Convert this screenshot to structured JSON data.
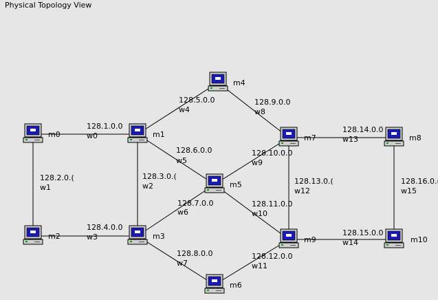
{
  "title": "Physical Topology View",
  "nodes": [
    {
      "id": "m0",
      "label": "m0"
    },
    {
      "id": "m1",
      "label": "m1"
    },
    {
      "id": "m2",
      "label": "m2"
    },
    {
      "id": "m3",
      "label": "m3"
    },
    {
      "id": "m4",
      "label": "m4"
    },
    {
      "id": "m5",
      "label": "m5"
    },
    {
      "id": "m6",
      "label": "m6"
    },
    {
      "id": "m7",
      "label": "m7"
    },
    {
      "id": "m8",
      "label": "m8"
    },
    {
      "id": "m9",
      "label": "m9"
    },
    {
      "id": "m10",
      "label": "m10"
    }
  ],
  "links": [
    {
      "from": "m0",
      "to": "m1",
      "net": "128.1.0.0",
      "wire": "w0"
    },
    {
      "from": "m0",
      "to": "m2",
      "net": "128.2.0.(",
      "wire": "w1"
    },
    {
      "from": "m1",
      "to": "m3",
      "net": "128.3.0.(",
      "wire": "w2"
    },
    {
      "from": "m2",
      "to": "m3",
      "net": "128.4.0.0",
      "wire": "w3"
    },
    {
      "from": "m1",
      "to": "m4",
      "net": "128.5.0.0",
      "wire": "w4"
    },
    {
      "from": "m1",
      "to": "m5",
      "net": "128.6.0.0",
      "wire": "w5"
    },
    {
      "from": "m3",
      "to": "m5",
      "net": "128.7.0.0",
      "wire": "w6"
    },
    {
      "from": "m3",
      "to": "m6",
      "net": "128.8.0.0",
      "wire": "w7"
    },
    {
      "from": "m4",
      "to": "m7",
      "net": "128.9.0.0",
      "wire": "w8"
    },
    {
      "from": "m5",
      "to": "m7",
      "net": "128.10.0.0",
      "wire": "w9"
    },
    {
      "from": "m5",
      "to": "m9",
      "net": "128.11.0.0",
      "wire": "w10"
    },
    {
      "from": "m6",
      "to": "m9",
      "net": "128.12.0.0",
      "wire": "w11"
    },
    {
      "from": "m7",
      "to": "m9",
      "net": "128.13.0.(",
      "wire": "w12"
    },
    {
      "from": "m7",
      "to": "m8",
      "net": "128.14.0.0",
      "wire": "w13"
    },
    {
      "from": "m9",
      "to": "m10",
      "net": "128.15.0.0",
      "wire": "w14"
    },
    {
      "from": "m8",
      "to": "m10",
      "net": "128.16.0.(",
      "wire": "w15"
    }
  ]
}
